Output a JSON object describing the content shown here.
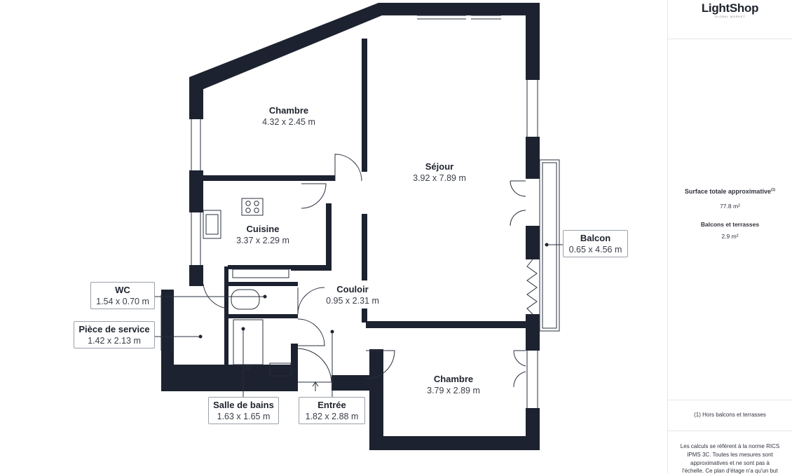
{
  "rooms": {
    "chambre1": {
      "name": "Chambre",
      "dim": "4.32 x 2.45 m"
    },
    "sejour": {
      "name": "Séjour",
      "dim": "3.92 x 7.89 m"
    },
    "cuisine": {
      "name": "Cuisine",
      "dim": "3.37 x 2.29 m"
    },
    "couloir": {
      "name": "Couloir",
      "dim": "0.95 x 2.31 m"
    },
    "chambre2": {
      "name": "Chambre",
      "dim": "3.79 x 2.89 m"
    },
    "balcon": {
      "name": "Balcon",
      "dim": "0.65 x 4.56 m"
    },
    "wc": {
      "name": "WC",
      "dim": "1.54 x 0.70 m"
    },
    "piece_service": {
      "name": "Pièce de service",
      "dim": "1.42 x 2.13 m"
    },
    "salle_bains": {
      "name": "Salle de bains",
      "dim": "1.63 x 1.65 m"
    },
    "entree": {
      "name": "Entrée",
      "dim": "1.82 x 2.88 m"
    }
  },
  "panel": {
    "logo": "LightShop",
    "logo_sub": "GLOBAL MARKET",
    "surface_label": "Surface totale approximative",
    "surface_note_mark": "(1)",
    "surface_value": "77.8 m²",
    "balcons_label": "Balcons et terrasses",
    "balcons_value": "2.9 m²",
    "footnote": "(1) Hors balcons et terrasses",
    "disclaimer_1": "Les calculs se réfèrent à la norme RICS",
    "disclaimer_2": "IPMS 3C. Toutes les mesures sont",
    "disclaimer_3": "approximatives et ne sont pas à",
    "disclaimer_4": "l'échelle. Ce plan d'étage n'a qu'un but"
  },
  "colors": {
    "wall": "#1d2230",
    "line": "#2a2f3c",
    "border": "#9aa0aa"
  }
}
